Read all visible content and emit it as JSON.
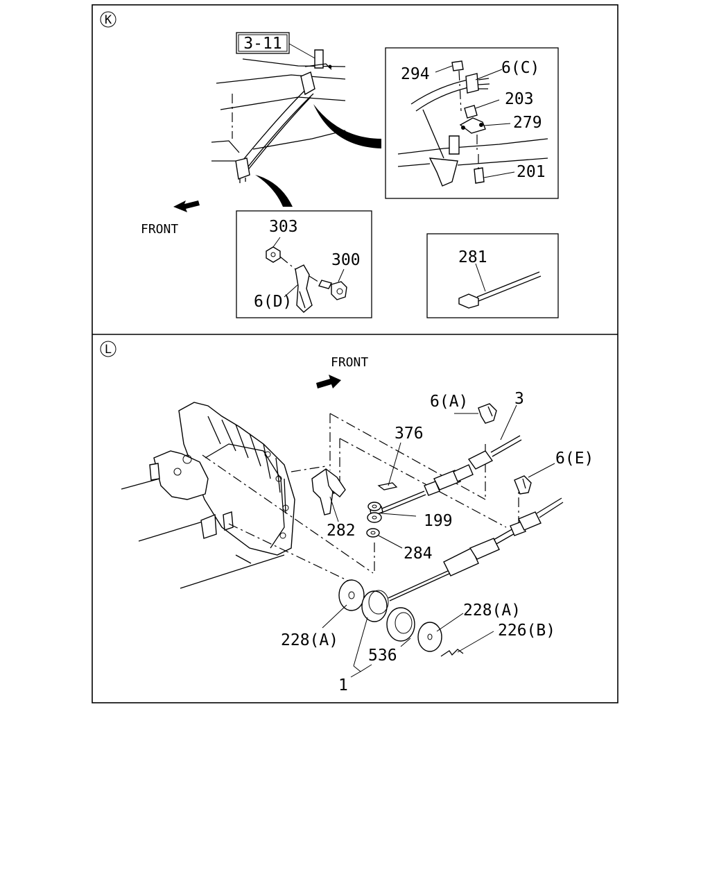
{
  "sections": {
    "k": {
      "badge": "K",
      "front_label": "FRONT",
      "ref_box": "3-11",
      "callouts": {
        "p294": "294",
        "p6c": "6(C)",
        "p203": "203",
        "p279": "279",
        "p201": "201",
        "p303": "303",
        "p300": "300",
        "p6d": "6(D)",
        "p281": "281"
      }
    },
    "l": {
      "badge": "L",
      "front_label": "FRONT",
      "callouts": {
        "p6a": "6(A)",
        "p3": "3",
        "p376": "376",
        "p6e": "6(E)",
        "p199": "199",
        "p282": "282",
        "p284": "284",
        "p228a_left": "228(A)",
        "p228a_right": "228(A)",
        "p226b": "226(B)",
        "p536": "536",
        "p1": "1"
      }
    }
  }
}
